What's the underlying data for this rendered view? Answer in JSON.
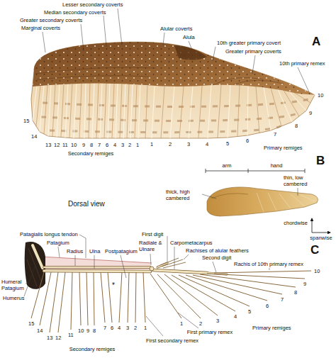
{
  "diagram": {
    "labels": [
      "Lesser secondary coverts",
      "Median secondary coverts",
      "Greater secondary coverts",
      "Marginal coverts",
      "Alular coverts",
      "Alula",
      "10th greater primary covert",
      "Greater primary coverts",
      "10th primary remex",
      "A",
      "15",
      "14",
      "13",
      "12",
      "11",
      "10",
      "9",
      "8",
      "7",
      "6",
      "4",
      "3",
      "2",
      "1",
      "Secondary remiges",
      "1",
      "2",
      "3",
      "4",
      "5",
      "6",
      "7",
      "8",
      "9",
      "10",
      "Primary remiges",
      "arm",
      "hand",
      "B",
      "thick, high cambered",
      "thin, low cambered",
      "Dorsal view",
      "chordwise",
      "spanwise",
      "Patagialis longus tendon",
      "Patagium",
      "Radius",
      "Ulna",
      "Postpatagium",
      "Radiale & Ulnare",
      "First digit",
      "Carpometacarpus",
      "Rachises of alular feathers",
      "Second digit",
      "Rachis of 10th primary remex",
      "C",
      "Humeral Patagium",
      "Humerus",
      "*",
      "15",
      "14",
      "13",
      "12",
      "11",
      "10",
      "9",
      "8",
      "7",
      "6",
      "4",
      "3",
      "2",
      "1",
      "Secondary remiges",
      "First secondary remex",
      "First primary remex",
      "1",
      "2",
      "3",
      "4",
      "5",
      "6",
      "7",
      "8",
      "9",
      "10",
      "Primary remiges"
    ]
  }
}
